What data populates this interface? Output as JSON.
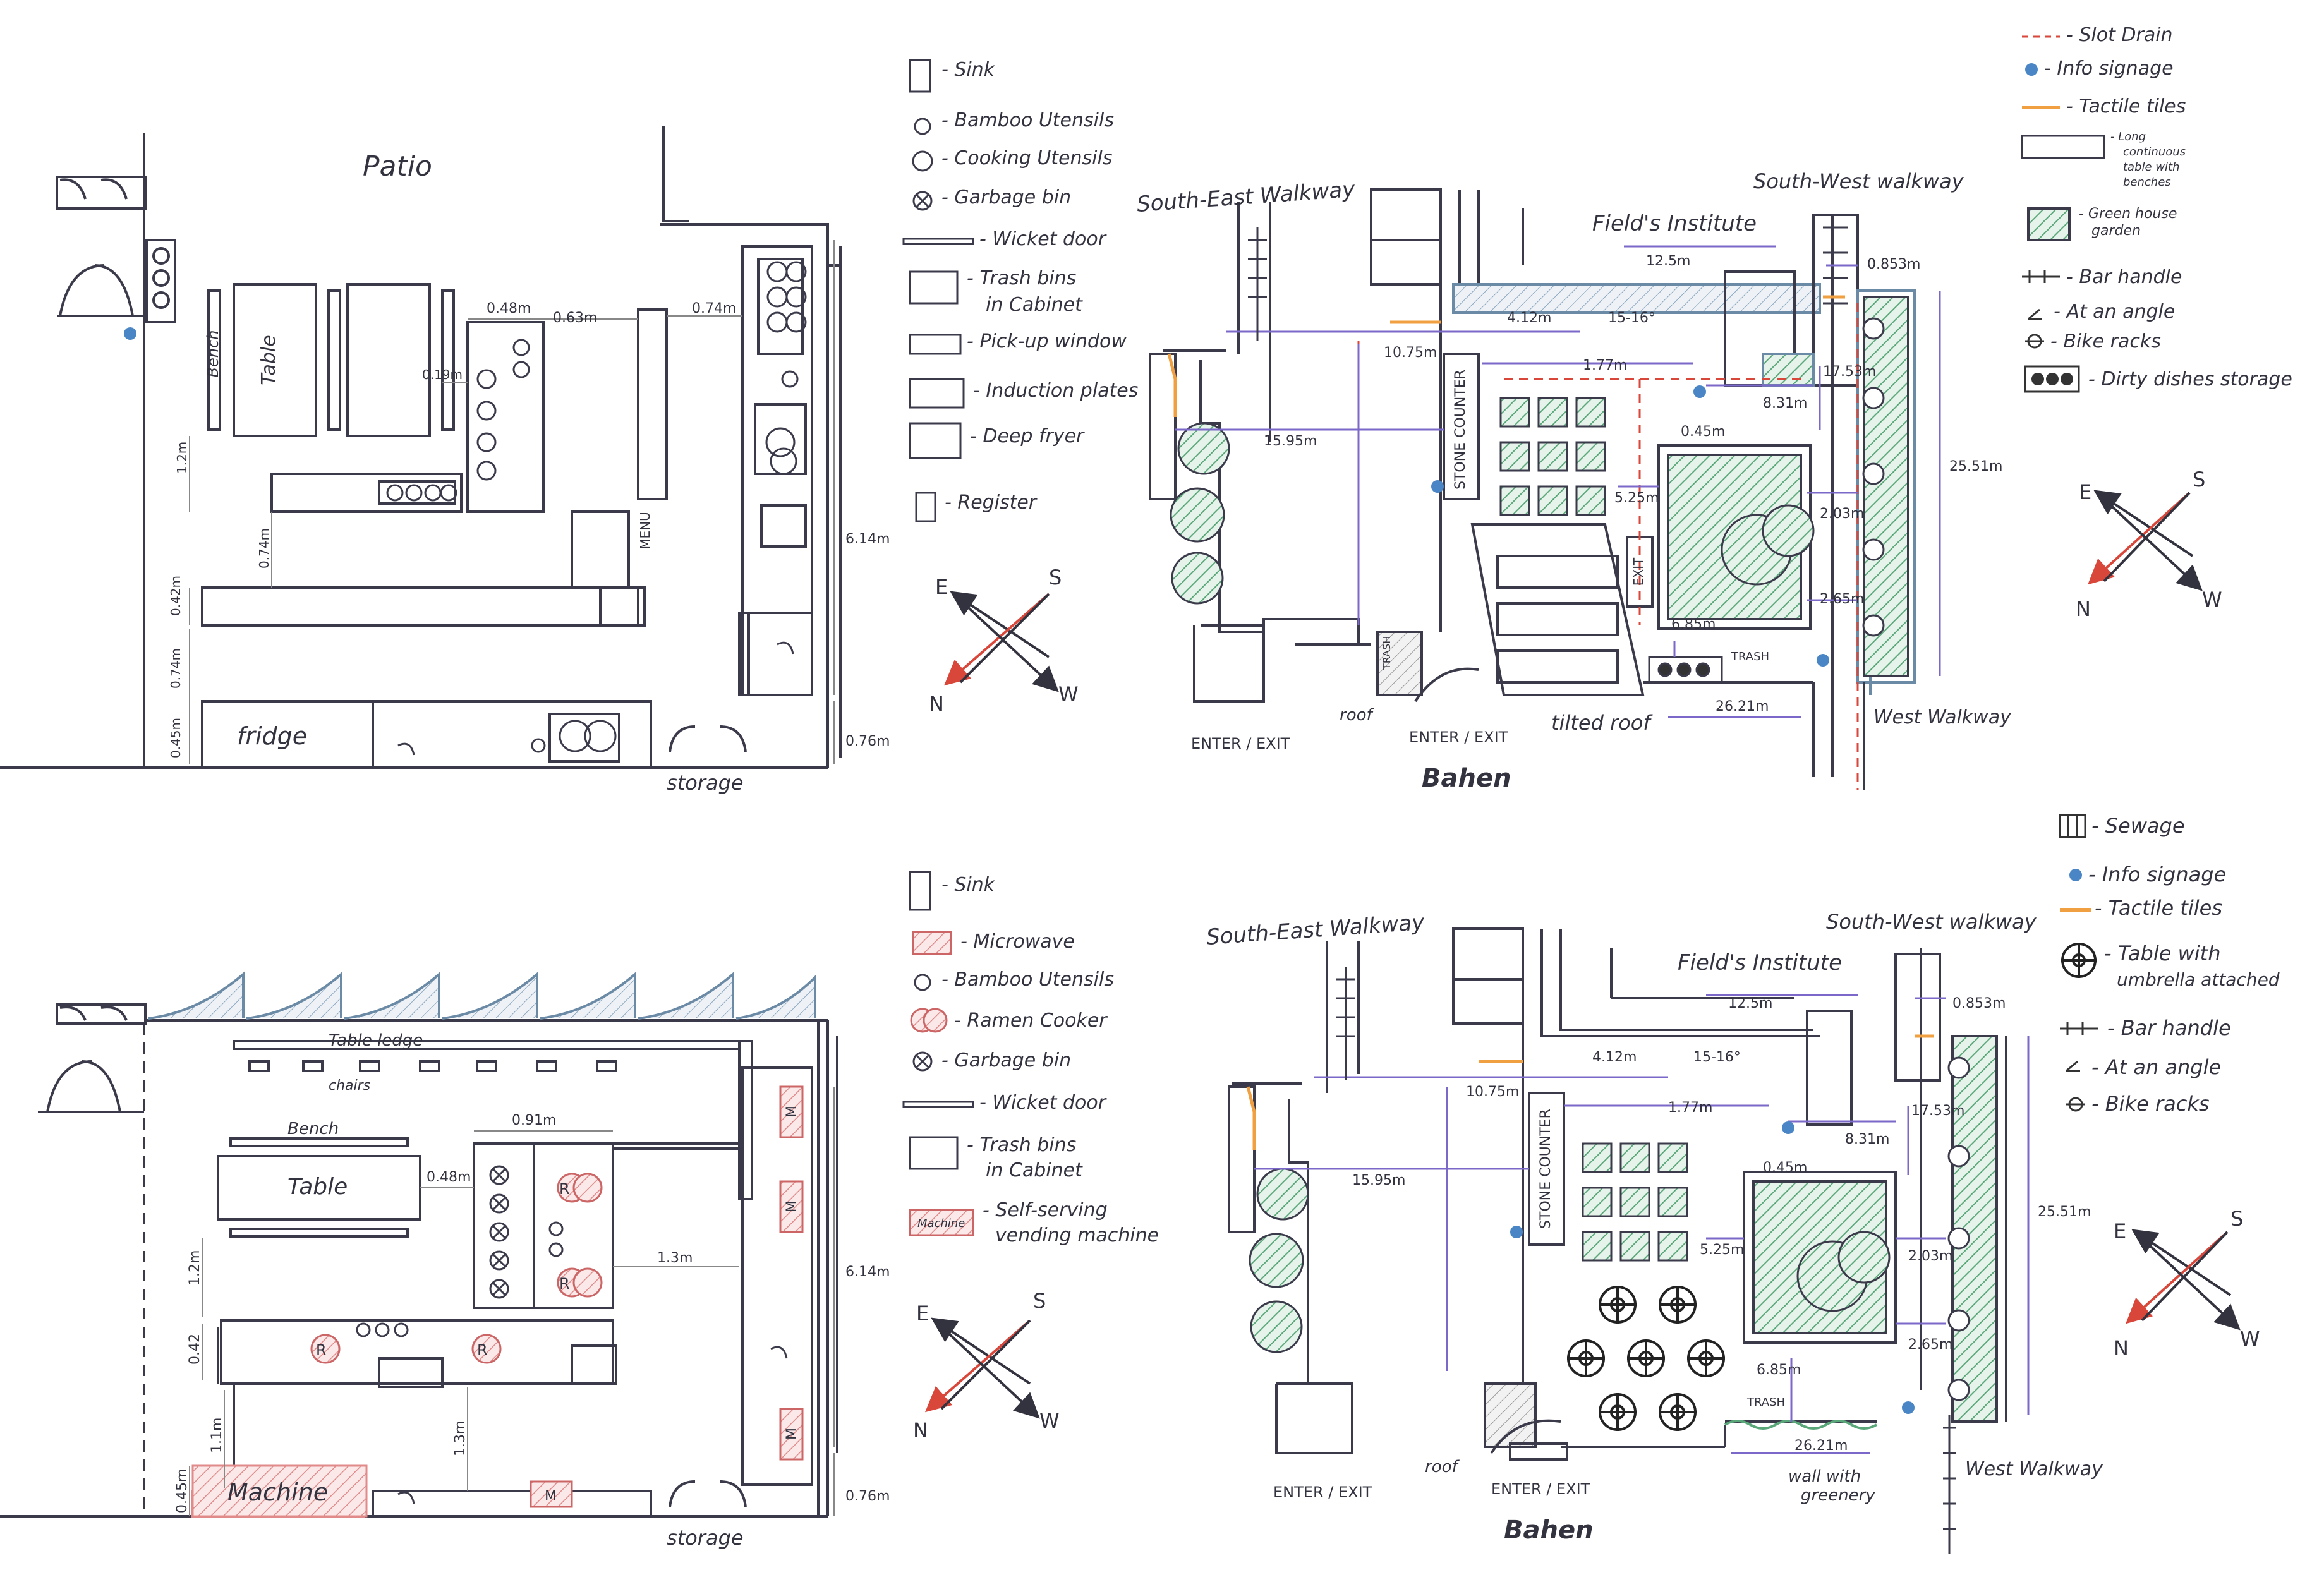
{
  "colors": {
    "ink": "#3a3a4a",
    "dimension": "#7b68c8",
    "slot_drain": "#d9463a",
    "tactile": "#f0a040",
    "info_sign": "#4a86c5",
    "green_hatch": "#5aa77a",
    "red_hatch": "#e08a8a",
    "compass_north": "#d9463a"
  },
  "panel1": {
    "patio": "Patio",
    "table": "Table",
    "bench": "Bench",
    "menu": "MENU",
    "fridge": "fridge",
    "storage": "storage",
    "dims": [
      "0.48m",
      "0.63m",
      "0.74m",
      "0.19m",
      "1.2m",
      "0.74m",
      "0.42m",
      "0.74m",
      "0.45m",
      "6.14m",
      "0.76m"
    ],
    "legend": [
      {
        "icon": "sink-icon",
        "label": "- Sink"
      },
      {
        "icon": "bamboo-utensils-icon",
        "label": "- Bamboo Utensils"
      },
      {
        "icon": "cooking-utensils-icon",
        "label": "- Cooking Utensils"
      },
      {
        "icon": "garbage-bin-icon",
        "label": "- Garbage bin"
      },
      {
        "icon": "wicket-door-icon",
        "label": "- Wicket door"
      },
      {
        "icon": "trash-bins-icon",
        "label": "- Trash bins"
      },
      {
        "icon": "",
        "label": "in Cabinet"
      },
      {
        "icon": "pickup-window-icon",
        "label": "- Pick-up window"
      },
      {
        "icon": "induction-plates-icon",
        "label": "- Induction plates"
      },
      {
        "icon": "deep-fryer-icon",
        "label": "- Deep fryer"
      },
      {
        "icon": "register-icon",
        "label": "- Register"
      }
    ],
    "compass": {
      "e": "E",
      "s": "S",
      "n": "N",
      "w": "W"
    }
  },
  "panel2": {
    "se_walkway": "South-East Walkway",
    "sw_walkway": "South-West walkway",
    "fields": "Field's Institute",
    "stone": "STONE COUNTER",
    "enter1": "ENTER / EXIT",
    "enter2": "ENTER / EXIT",
    "bahen": "Bahen",
    "roof": "roof",
    "tilted_roof": "tilted roof",
    "west_walkway": "West Walkway",
    "trash": "TRASH",
    "trash2": "TRASH",
    "exit": "EXIT",
    "dims": [
      "12.5m",
      "0.853m",
      "4.12m",
      "15-16°",
      "10.75m",
      "1.77m",
      "17.53m",
      "8.31m",
      "15.95m",
      "0.45m",
      "5.25m",
      "2.03m",
      "25.51m",
      "6.85m",
      "2.65m",
      "26.21m"
    ],
    "legend": [
      {
        "icon": "slot-drain-icon",
        "label": "- Slot Drain"
      },
      {
        "icon": "info-signage-icon",
        "label": "- Info signage"
      },
      {
        "icon": "tactile-tiles-icon",
        "label": "- Tactile tiles"
      },
      {
        "icon": "long-table-icon",
        "label": "- Long"
      },
      {
        "icon": "",
        "label": "continuous"
      },
      {
        "icon": "",
        "label": "table with"
      },
      {
        "icon": "",
        "label": "benches"
      },
      {
        "icon": "green-house-icon",
        "label": "- Green house"
      },
      {
        "icon": "",
        "label": "garden"
      },
      {
        "icon": "bar-handle-icon",
        "label": "- Bar handle"
      },
      {
        "icon": "angle-icon",
        "label": "- At an angle"
      },
      {
        "icon": "bike-rack-icon",
        "label": "- Bike racks"
      },
      {
        "icon": "dirty-dishes-icon",
        "label": "- Dirty dishes storage"
      }
    ],
    "compass": {
      "e": "E",
      "s": "S",
      "n": "N",
      "w": "W"
    }
  },
  "panel3": {
    "table_ledge": "Table ledge",
    "chairs": "chairs",
    "bench": "Bench",
    "table": "Table",
    "machine": "Machine",
    "storage": "storage",
    "r": "R",
    "m": "M",
    "dims": [
      "0.91m",
      "0.48m",
      "1.3m",
      "1.2m",
      "0.42",
      "6.14m",
      "1.3m",
      "1.1m",
      "0.45m",
      "0.76m"
    ],
    "legend": [
      {
        "icon": "sink-icon",
        "label": "- Sink"
      },
      {
        "icon": "microwave-icon",
        "label": "- Microwave"
      },
      {
        "icon": "bamboo-utensils-icon",
        "label": "- Bamboo Utensils"
      },
      {
        "icon": "ramen-cooker-icon",
        "label": "- Ramen Cooker"
      },
      {
        "icon": "garbage-bin-icon",
        "label": "- Garbage bin"
      },
      {
        "icon": "wicket-door-icon",
        "label": "- Wicket door"
      },
      {
        "icon": "trash-bins-icon",
        "label": "- Trash bins"
      },
      {
        "icon": "",
        "label": "in Cabinet"
      },
      {
        "icon": "vending-machine-icon",
        "label": "- Self-serving"
      },
      {
        "icon": "",
        "label": "vending machine"
      }
    ],
    "legend_machine": "Machine",
    "compass": {
      "e": "E",
      "s": "S",
      "n": "N",
      "w": "W"
    }
  },
  "panel4": {
    "se_walkway": "South-East Walkway",
    "sw_walkway": "South-West walkway",
    "fields": "Field's Institute",
    "stone": "STONE COUNTER",
    "enter1": "ENTER / EXIT",
    "enter2": "ENTER / EXIT",
    "bahen": "Bahen",
    "roof": "roof",
    "west_walkway": "West Walkway",
    "trash": "TRASH",
    "wall_greenery": "wall with",
    "wall_greenery2": "greenery",
    "dims": [
      "12.5m",
      "0.853m",
      "4.12m",
      "15-16°",
      "10.75m",
      "1.77m",
      "17.53m",
      "8.31m",
      "15.95m",
      "0.45m",
      "5.25m",
      "2.03m",
      "25.51m",
      "6.85m",
      "2.65m",
      "26.21m"
    ],
    "legend": [
      {
        "icon": "sewage-icon",
        "label": "- Sewage"
      },
      {
        "icon": "info-signage-icon",
        "label": "- Info signage"
      },
      {
        "icon": "tactile-tiles-icon",
        "label": "- Tactile tiles"
      },
      {
        "icon": "umbrella-table-icon",
        "label": "- Table with"
      },
      {
        "icon": "",
        "label": "umbrella attached"
      },
      {
        "icon": "bar-handle-icon",
        "label": "- Bar handle"
      },
      {
        "icon": "angle-icon",
        "label": "- At an angle"
      },
      {
        "icon": "bike-rack-icon",
        "label": "- Bike racks"
      }
    ],
    "compass": {
      "e": "E",
      "s": "S",
      "n": "N",
      "w": "W"
    }
  }
}
